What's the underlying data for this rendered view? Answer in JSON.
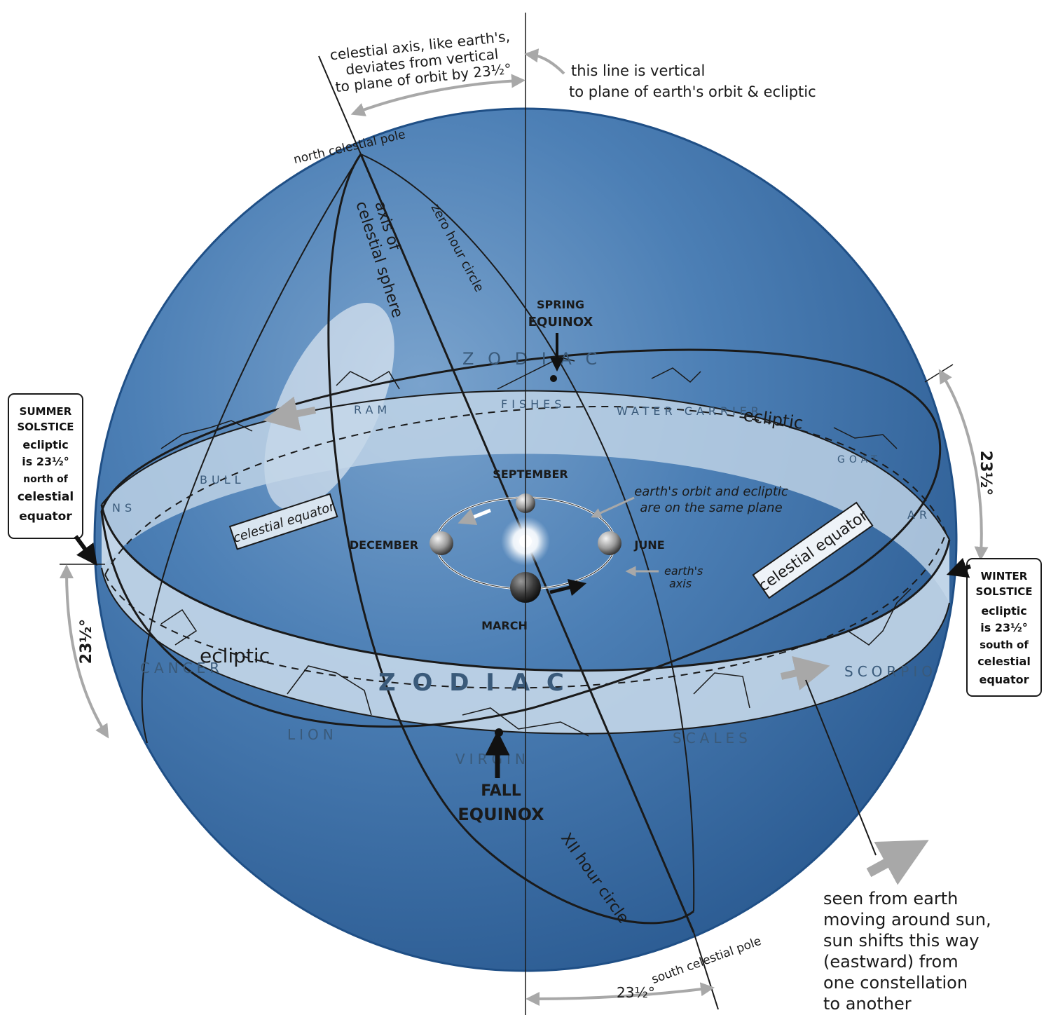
{
  "labels": {
    "axis_note": [
      "celestial axis, like earth's,",
      "deviates from vertical",
      "to plane of orbit by 23½°"
    ],
    "vertical_note": [
      "this line is vertical",
      "to plane of earth's orbit & ecliptic"
    ],
    "north_pole": "north celestial pole",
    "south_pole": "south celestial pole",
    "axis_sphere": [
      "axis of",
      "celestial sphere"
    ],
    "zero_hour": "zero hour circle",
    "twelve_hour": "XII hour circle",
    "spring_equinox": [
      "SPRING",
      "EQUINOX"
    ],
    "fall_equinox": [
      "FALL",
      "EQUINOX"
    ],
    "summer_solstice": [
      "SUMMER",
      "SOLSTICE",
      "ecliptic",
      "is 23½°",
      "north of",
      "celestial",
      "equator"
    ],
    "winter_solstice": [
      "WINTER",
      "SOLSTICE",
      "ecliptic",
      "is 23½°",
      "south of",
      "celestial",
      "equator"
    ],
    "celestial_equator": "celestial equator",
    "ecliptic": "ecliptic",
    "zodiac": "Z O D I A C",
    "orbit_note": [
      "earth's orbit and ecliptic",
      "are on the same plane"
    ],
    "earths_axis": [
      "earth's",
      "axis"
    ],
    "months": {
      "september": "SEPTEMBER",
      "december": "DECEMBER",
      "june": "JUNE",
      "march": "MARCH"
    },
    "angle": "23½°",
    "sun_shift": [
      "seen from earth",
      "moving around sun,",
      "sun shifts this way",
      "(eastward) from",
      "one constellation",
      "to another"
    ],
    "constellations": {
      "ram": "RAM",
      "fishes": "FISHES",
      "water_carrier": "WATER CARRIER",
      "bull": "BULL",
      "goat": "GOAT",
      "cancer": "CANCER",
      "lion": "LION",
      "virgin": "VIRGIN",
      "scales": "SCALES",
      "scorpion": "SCORPION",
      "ns": "NS",
      "ar": "AR"
    }
  },
  "colors": {
    "sphere": "#3f74ab",
    "sphere_dark": "#1f4f86",
    "band": "#c4d7e9",
    "line": "#1a1a1a",
    "arrow_gray": "#a8a8a8"
  }
}
